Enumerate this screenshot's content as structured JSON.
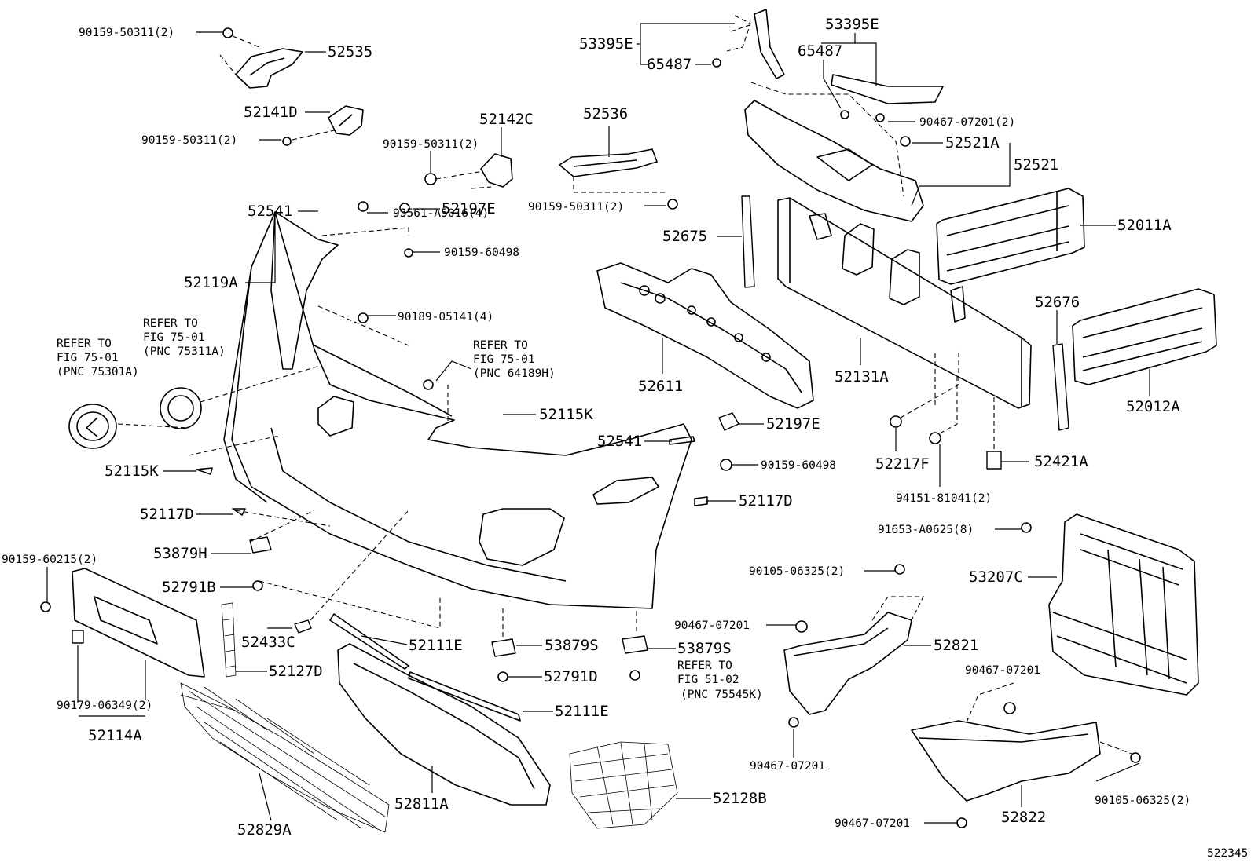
{
  "labels": {
    "l_90159_50311_a": "90159-50311(2)",
    "l_52535": "52535",
    "l_52141D": "52141D",
    "l_90159_50311_b": "90159-50311(2)",
    "l_52142C": "52142C",
    "l_90159_50311_c": "90159-50311(2)",
    "l_52536": "52536",
    "l_90159_50311_d": "90159-50311(2)",
    "l_53395E_a": "53395E",
    "l_65487_a": "65487",
    "l_53395E_b": "53395E",
    "l_65487_b": "65487",
    "l_90467_07201_a": "90467-07201(2)",
    "l_52521A": "52521A",
    "l_52521": "52521",
    "l_52011A": "52011A",
    "l_52541_a": "52541",
    "l_52197E_a": "52197E",
    "l_90159_60498_a": "90159-60498",
    "l_52119A": "52119A",
    "l_93561": "93561-A5016(4)",
    "l_90189": "90189-05141(4)",
    "l_52675": "52675",
    "l_52611": "52611",
    "l_52131A": "52131A",
    "l_52676": "52676",
    "l_52012A": "52012A",
    "l_ref1_a": "REFER TO",
    "l_ref1_b": "FIG 75-01",
    "l_ref1_c": "(PNC 75311A)",
    "l_ref2_a": "REFER TO",
    "l_ref2_b": "FIG 75-01",
    "l_ref2_c": "(PNC 75301A)",
    "l_ref3_a": "REFER TO",
    "l_ref3_b": "FIG 75-01",
    "l_ref3_c": "(PNC 64189H)",
    "l_52115K_a": "52115K",
    "l_52541_b": "52541",
    "l_52197E_b": "52197E",
    "l_90159_60498_b": "90159-60498",
    "l_52217F": "52217F",
    "l_52421A": "52421A",
    "l_94151": "94151-81041(2)",
    "l_52115K_b": "52115K",
    "l_52117D_a": "52117D",
    "l_52117D_b": "52117D",
    "l_91653": "91653-A0625(8)",
    "l_90159_60215": "90159-60215(2)",
    "l_53879H": "53879H",
    "l_52791B": "52791B",
    "l_53207C": "53207C",
    "l_90105_06325_a": "90105-06325(2)",
    "l_90467_07201_b": "90467-07201",
    "l_52821": "52821",
    "l_52433C": "52433C",
    "l_52111E_a": "52111E",
    "l_53879S_a": "53879S",
    "l_53879S_b": "53879S",
    "l_ref4_a": "REFER TO",
    "l_ref4_b": "FIG 51-02",
    "l_ref4_c": "(PNC 75545K)",
    "l_90467_07201_c": "90467-07201",
    "l_52127D": "52127D",
    "l_52791D": "52791D",
    "l_90179": "90179-06349(2)",
    "l_52111E_b": "52111E",
    "l_52114A": "52114A",
    "l_90467_07201_d": "90467-07201",
    "l_90105_06325_b": "90105-06325(2)",
    "l_52128B": "52128B",
    "l_52811A": "52811A",
    "l_52829A": "52829A",
    "l_90467_07201_e": "90467-07201",
    "l_52822": "52822",
    "l_figno": "522345"
  }
}
